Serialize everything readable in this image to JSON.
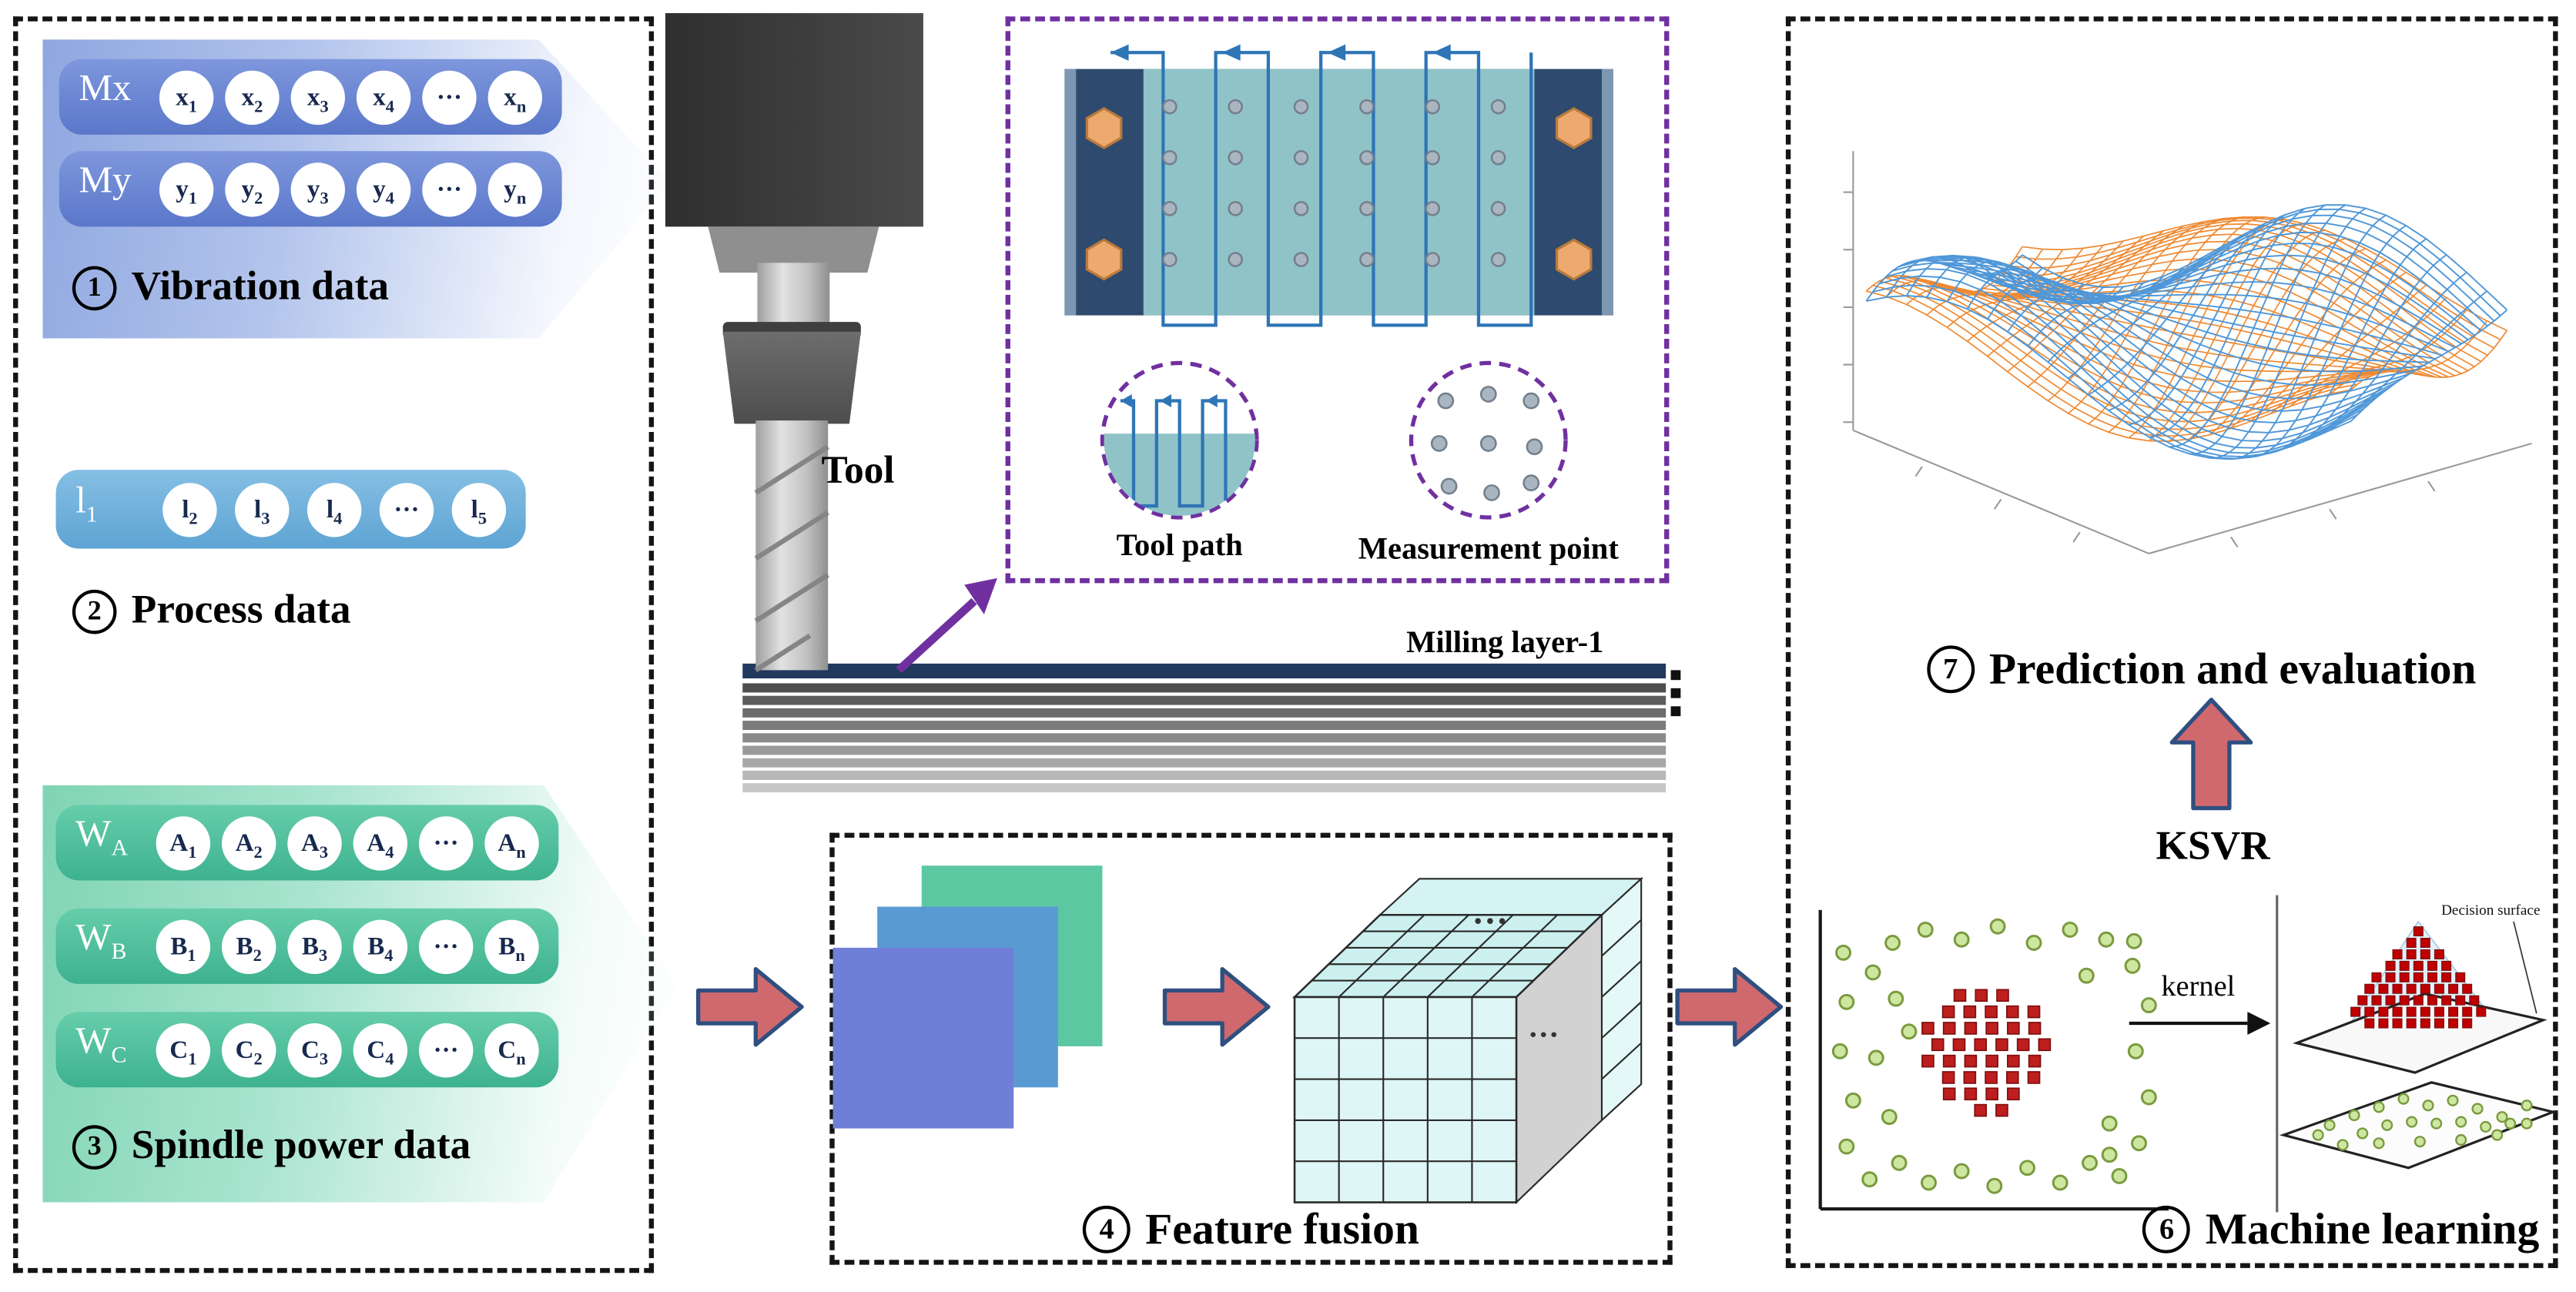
{
  "left_panel": {
    "vibration": {
      "badge": "1",
      "title": "Vibration data",
      "rows": [
        {
          "label": [
            "Mx",
            ""
          ],
          "cells": [
            [
              "x",
              "1"
            ],
            [
              "x",
              "2"
            ],
            [
              "x",
              "3"
            ],
            [
              "x",
              "4"
            ],
            [
              "···",
              ""
            ],
            [
              "x",
              "n"
            ]
          ]
        },
        {
          "label": [
            "My",
            ""
          ],
          "cells": [
            [
              "y",
              "1"
            ],
            [
              "y",
              "2"
            ],
            [
              "y",
              "3"
            ],
            [
              "y",
              "4"
            ],
            [
              "···",
              ""
            ],
            [
              "y",
              "n"
            ]
          ]
        }
      ]
    },
    "process": {
      "badge": "2",
      "title": "Process data",
      "rows": [
        {
          "label": [
            "l",
            "1"
          ],
          "cells": [
            [
              "l",
              "2"
            ],
            [
              "l",
              "3"
            ],
            [
              "l",
              "4"
            ],
            [
              "···",
              ""
            ],
            [
              "l",
              "5"
            ]
          ]
        }
      ]
    },
    "spindle": {
      "badge": "3",
      "title": "Spindle power data",
      "rows": [
        {
          "label": [
            "W",
            "A"
          ],
          "cells": [
            [
              "A",
              "1"
            ],
            [
              "A",
              "2"
            ],
            [
              "A",
              "3"
            ],
            [
              "A",
              "4"
            ],
            [
              "···",
              ""
            ],
            [
              "A",
              "n"
            ]
          ]
        },
        {
          "label": [
            "W",
            "B"
          ],
          "cells": [
            [
              "B",
              "1"
            ],
            [
              "B",
              "2"
            ],
            [
              "B",
              "3"
            ],
            [
              "B",
              "4"
            ],
            [
              "···",
              ""
            ],
            [
              "B",
              "n"
            ]
          ]
        },
        {
          "label": [
            "W",
            "C"
          ],
          "cells": [
            [
              "C",
              "1"
            ],
            [
              "C",
              "2"
            ],
            [
              "C",
              "3"
            ],
            [
              "C",
              "4"
            ],
            [
              "···",
              ""
            ],
            [
              "C",
              "n"
            ]
          ]
        }
      ]
    }
  },
  "machine": {
    "tool_label": "Tool",
    "milling_label": "Milling layer-1",
    "continuation_dots": "⋮"
  },
  "toolpath_box": {
    "toolpath_label": "Tool path",
    "measurement_label": "Measurement point"
  },
  "fusion": {
    "badge": "4",
    "title": "Feature fusion",
    "dots_top": "···",
    "dots_side": "···"
  },
  "right_panel": {
    "prediction_badge": "7",
    "prediction_title": "Prediction and evaluation",
    "ksvr_label": "KSVR",
    "ml_badge": "6",
    "ml_title": "Machine learning",
    "kernel_label": "kernel",
    "decision_label": "Decision surface"
  },
  "colors": {
    "accent_purple": "#7030a0",
    "arrow_red": "#d0696e",
    "arrow_outline": "#2f4f80",
    "vibration_blue": "#6584d2",
    "process_blue": "#74b3dc",
    "spindle_green": "#4fbf9d",
    "toolpath_blue": "#2e75b6",
    "mesh_blue": "#4f97d8",
    "mesh_orange": "#ee8a33",
    "scatter_green": "#cde6a0",
    "scatter_red": "#bf1e1e"
  }
}
